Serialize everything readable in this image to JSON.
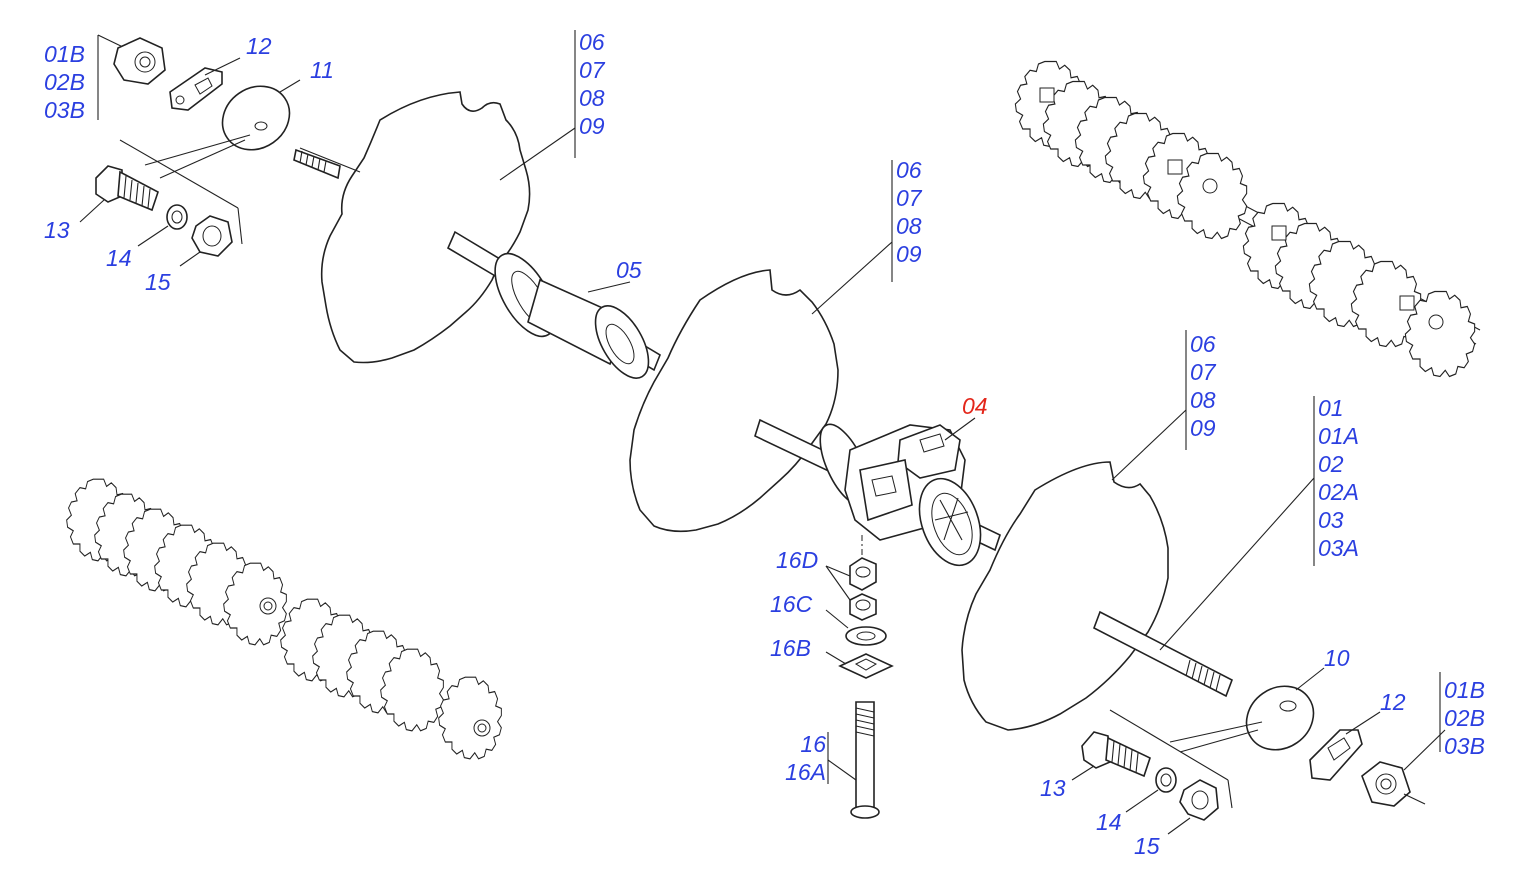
{
  "colors": {
    "label": "#2b3fe0",
    "highlight": "#e3261a",
    "line": "#222222"
  },
  "labels": {
    "nut_top": [
      "01B",
      "02B",
      "03B"
    ],
    "p12_top": "12",
    "p11": "11",
    "blade_top": [
      "06",
      "07",
      "08",
      "09"
    ],
    "p13_top": "13",
    "p14_top": "14",
    "p15_top": "15",
    "p05": "05",
    "blade_mid": [
      "06",
      "07",
      "08",
      "09"
    ],
    "blade_bottom": [
      "06",
      "07",
      "08",
      "09"
    ],
    "p04": "04",
    "shafts": [
      "01",
      "01A",
      "02",
      "02A",
      "03",
      "03A"
    ],
    "p16d": "16D",
    "p16c": "16C",
    "p16b": "16B",
    "p16": [
      "16",
      "16A"
    ],
    "p10": "10",
    "p12_bottom": "12",
    "nut_bottom": [
      "01B",
      "02B",
      "03B"
    ],
    "p13_bottom": "13",
    "p14_bottom": "14",
    "p15_bottom": "15"
  }
}
